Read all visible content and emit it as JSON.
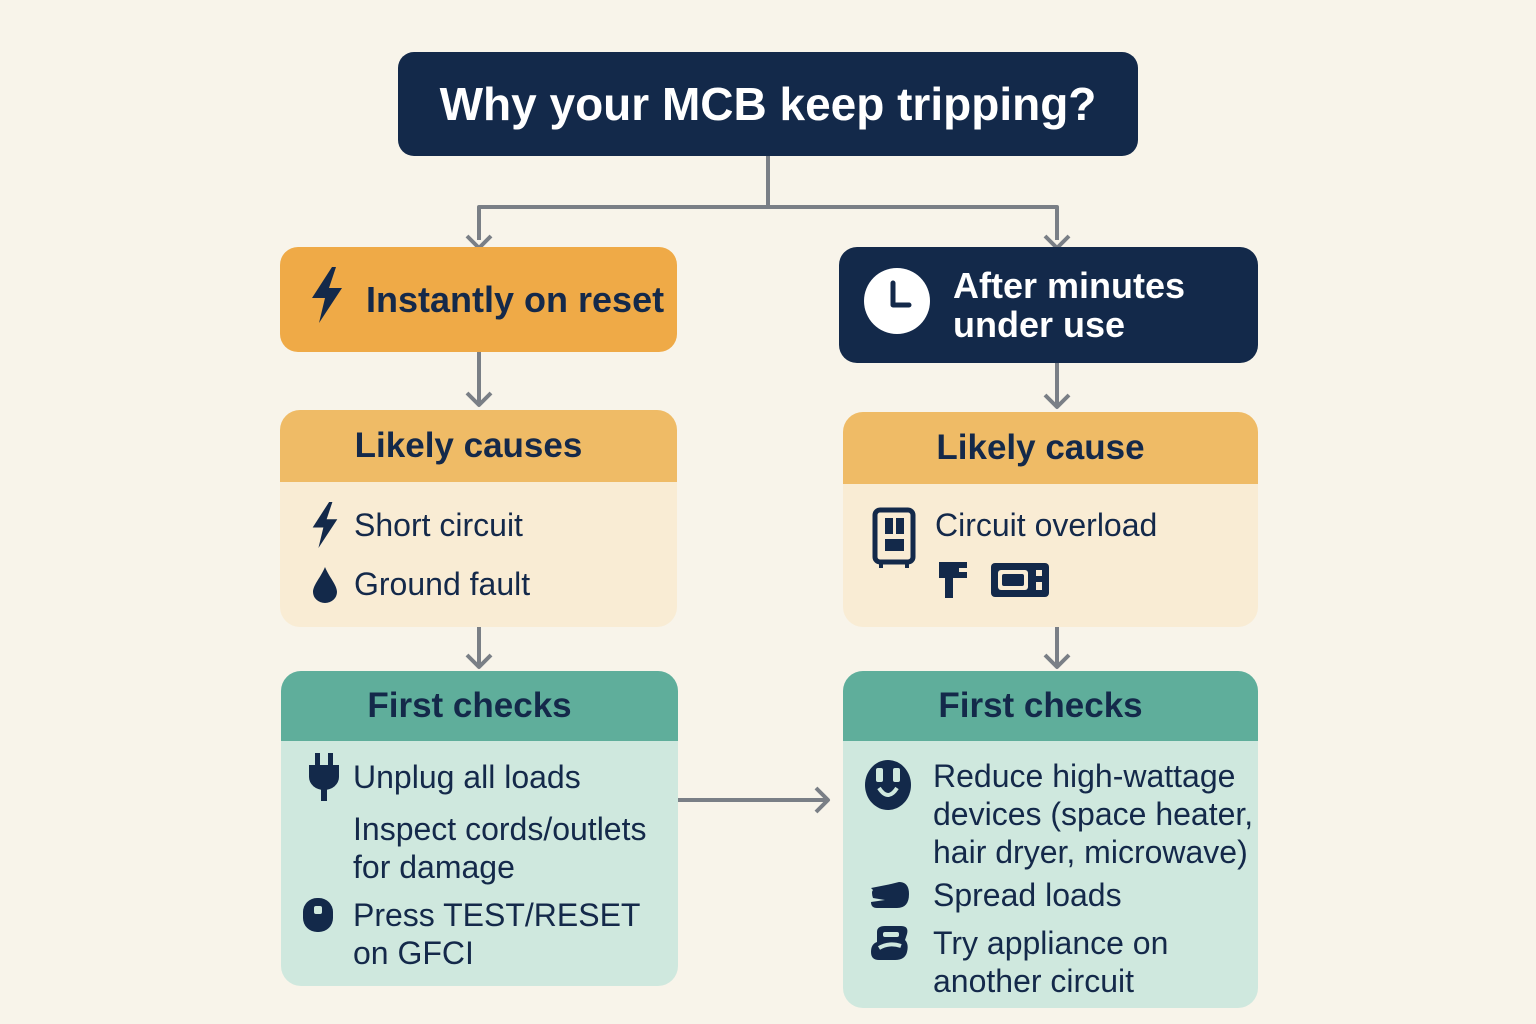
{
  "title": "Why your MCB keep tripping?",
  "colors": {
    "navy": "#13294a",
    "orange": "#efaa47",
    "light_orange": "#efbb66",
    "cream": "#f9ecd4",
    "teal": "#5fae9b",
    "mint": "#cfe8de",
    "connector": "#7a7f86",
    "background": "#f8f4ea"
  },
  "left": {
    "trigger": {
      "label": "Instantly on reset",
      "icon": "lightning-icon"
    },
    "causes": {
      "heading": "Likely causes",
      "items": [
        {
          "label": "Short circuit",
          "icon": "lightning-icon"
        },
        {
          "label": "Ground fault",
          "icon": "water-drop-icon"
        }
      ]
    },
    "checks": {
      "heading": "First checks",
      "items": [
        {
          "label": "Unplug all loads",
          "icon": "plug-icon"
        },
        {
          "label": "Inspect cords/outlets\nfor damage",
          "icon": ""
        },
        {
          "label": "Press TEST/RESET\non GFCI",
          "icon": "gfci-button-icon"
        }
      ]
    }
  },
  "right": {
    "trigger": {
      "label": "After minutes\nunder use",
      "icon": "clock-icon"
    },
    "causes": {
      "heading": "Likely cause",
      "items": [
        {
          "label": "Circuit overload",
          "icon": "space-heater-icon"
        }
      ],
      "appliance_icons": [
        "hair-dryer-icon",
        "microwave-icon"
      ]
    },
    "checks": {
      "heading": "First checks",
      "items": [
        {
          "label": "Reduce high-wattage\ndevices (space heater,\nhair dryer, microwave)",
          "icon": "outlet-icon"
        },
        {
          "label": "Spread loads",
          "icon": "hand-icon"
        },
        {
          "label": "Try appliance on\nanother circuit",
          "icon": "appliance-icon"
        }
      ]
    }
  }
}
